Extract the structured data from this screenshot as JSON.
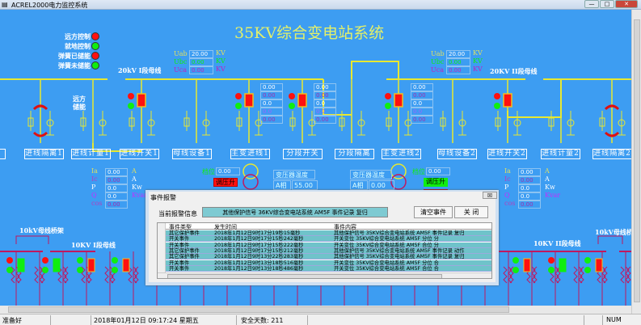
{
  "window": {
    "title": "ACREL2000电力监控系统",
    "minimize": "—",
    "maximize": "□",
    "close": "✕"
  },
  "colors": {
    "background": "#3d9df2",
    "bus": "#e8e830",
    "bus_10kv": "#c01860",
    "breaker_closed": "#ff1010",
    "indicator_green": "#10ee10",
    "indicator_red": "#ff1010"
  },
  "diagram": {
    "title": "35KV综合变电站系统",
    "legend": [
      {
        "label": "远方控制",
        "color": "#ff1010"
      },
      {
        "label": "就地控制",
        "color": "#10ee10"
      },
      {
        "label": "弹簧已储能",
        "color": "#ff1010"
      },
      {
        "label": "弹簧未储能",
        "color": "#10ee10"
      }
    ],
    "bus_labels": {
      "bus_20kv_1": "20kV I段母线",
      "bus_20kv_2": "20KV II段母线",
      "bus_10kv_1": "10KV I段母线",
      "bus_10kv_2": "10KV II段母线",
      "bridge_left": "10kV母线桥架",
      "bridge_right": "10kV母线桥"
    },
    "local_labels": {
      "remote": "远方",
      "stored": "储能"
    },
    "voltage_left": [
      {
        "name": "Uab",
        "value": "20.00",
        "unit": "KV"
      },
      {
        "name": "Ubc",
        "value": "0.00",
        "unit": "KV"
      },
      {
        "name": "Uca",
        "value": "0.00",
        "unit": "KV"
      }
    ],
    "voltage_right": [
      {
        "name": "Uab",
        "value": "20.00",
        "unit": "KV"
      },
      {
        "name": "Ubc",
        "value": "0.00",
        "unit": "KV"
      },
      {
        "name": "Uca",
        "value": "0.00",
        "unit": "KV"
      }
    ],
    "breaker_values": [
      [
        "0.00",
        "0.00",
        "0.0",
        "0.0",
        "0.00"
      ],
      [
        "0.00",
        "0.00",
        "0.0",
        "0.0",
        "0.00"
      ],
      [
        "0.00",
        "0.00",
        "0.0",
        "0.0",
        "0.00"
      ]
    ],
    "bays": [
      "进线隔离1",
      "进线计量1",
      "进线开关1",
      "母线设备1",
      "主变进线1",
      "分段开关",
      "分段隔离",
      "主变进线2",
      "母线设备2",
      "进线开关2",
      "进线计量2",
      "进线隔离2"
    ],
    "meter_left": [
      {
        "name": "Ia",
        "value": "0.00",
        "unit": "A"
      },
      {
        "name": "Ic",
        "value": "0.00",
        "unit": "A"
      },
      {
        "name": "P",
        "value": "0.0",
        "unit": "Kw"
      },
      {
        "name": "Q",
        "value": "0.0",
        "unit": "Kvar"
      },
      {
        "name": "cos",
        "value": "0.00",
        "unit": ""
      }
    ],
    "meter_right": [
      {
        "name": "Ia",
        "value": "0.00",
        "unit": "A"
      },
      {
        "name": "Ic",
        "value": "0.00",
        "unit": "A"
      },
      {
        "name": "P",
        "value": "0.0",
        "unit": "Kw"
      },
      {
        "name": "Q",
        "value": "0.0",
        "unit": "Kvar"
      },
      {
        "name": "cos",
        "value": "0.00",
        "unit": ""
      }
    ],
    "transformer1": {
      "tap_label": "档位",
      "tap_value": "0.00",
      "raise": "调压升",
      "temp_label": "变压器温度",
      "phase_label": "A相",
      "phase_value": "55.00"
    },
    "transformer2": {
      "tap_label": "档位",
      "tap_value": "0.00",
      "raise": "调压升",
      "temp_label": "变压器温度",
      "phase_label": "A相",
      "phase_value": "0.00"
    }
  },
  "dialog": {
    "title": "事件报警",
    "close": "☒",
    "current_label": "当前报警信息",
    "current_value": "其他保护信号 36KV综合变电站系统 AM5F 事件记录  复归",
    "clear_button": "清空事件",
    "close_button": "关  闭",
    "columns": [
      "事件类型",
      "发生时间",
      "事件内容"
    ],
    "rows": [
      [
        "其它保护事件",
        "2018年1月12日9时17分19秒15毫秒",
        "其他保护信号  35KV综合变电站系统  AM5F  事件记录   复归"
      ],
      [
        "开关事件",
        "2018年1月12日9时17分15秒242毫秒",
        "开关变位   35KV综合变电站系统 AM5F  分位   分"
      ],
      [
        "开关事件",
        "2018年1月12日9时17分15秒222毫秒",
        "开关变位   35KV综合变电站系统 AM5F  合位   分"
      ],
      [
        "其它保护事件",
        "2018年1月12日9时17分15秒212毫秒",
        "其他保护信号  35KV综合变电站系统  AM5F  事件记录   动作"
      ],
      [
        "其它保护事件",
        "2018年1月12日9时13分22秒283毫秒",
        "其他保护信号  35KV综合变电站系统  AM5F  事件记录   复归"
      ],
      [
        "开关事件",
        "2018年1月12日9时13分18秒516毫秒",
        "开关变位   35KV综合变电站系统 AM5F  分位   合"
      ],
      [
        "开关事件",
        "2018年1月12日9时13分18秒486毫秒",
        "开关变位   35KV综合变电站系统 AM5F  合位   合"
      ]
    ]
  },
  "status": {
    "ready": "准备好",
    "datetime": "2018年01月12日  09:17:24  星期五",
    "safe_days": "安全天数: 211",
    "num": "NUM"
  }
}
